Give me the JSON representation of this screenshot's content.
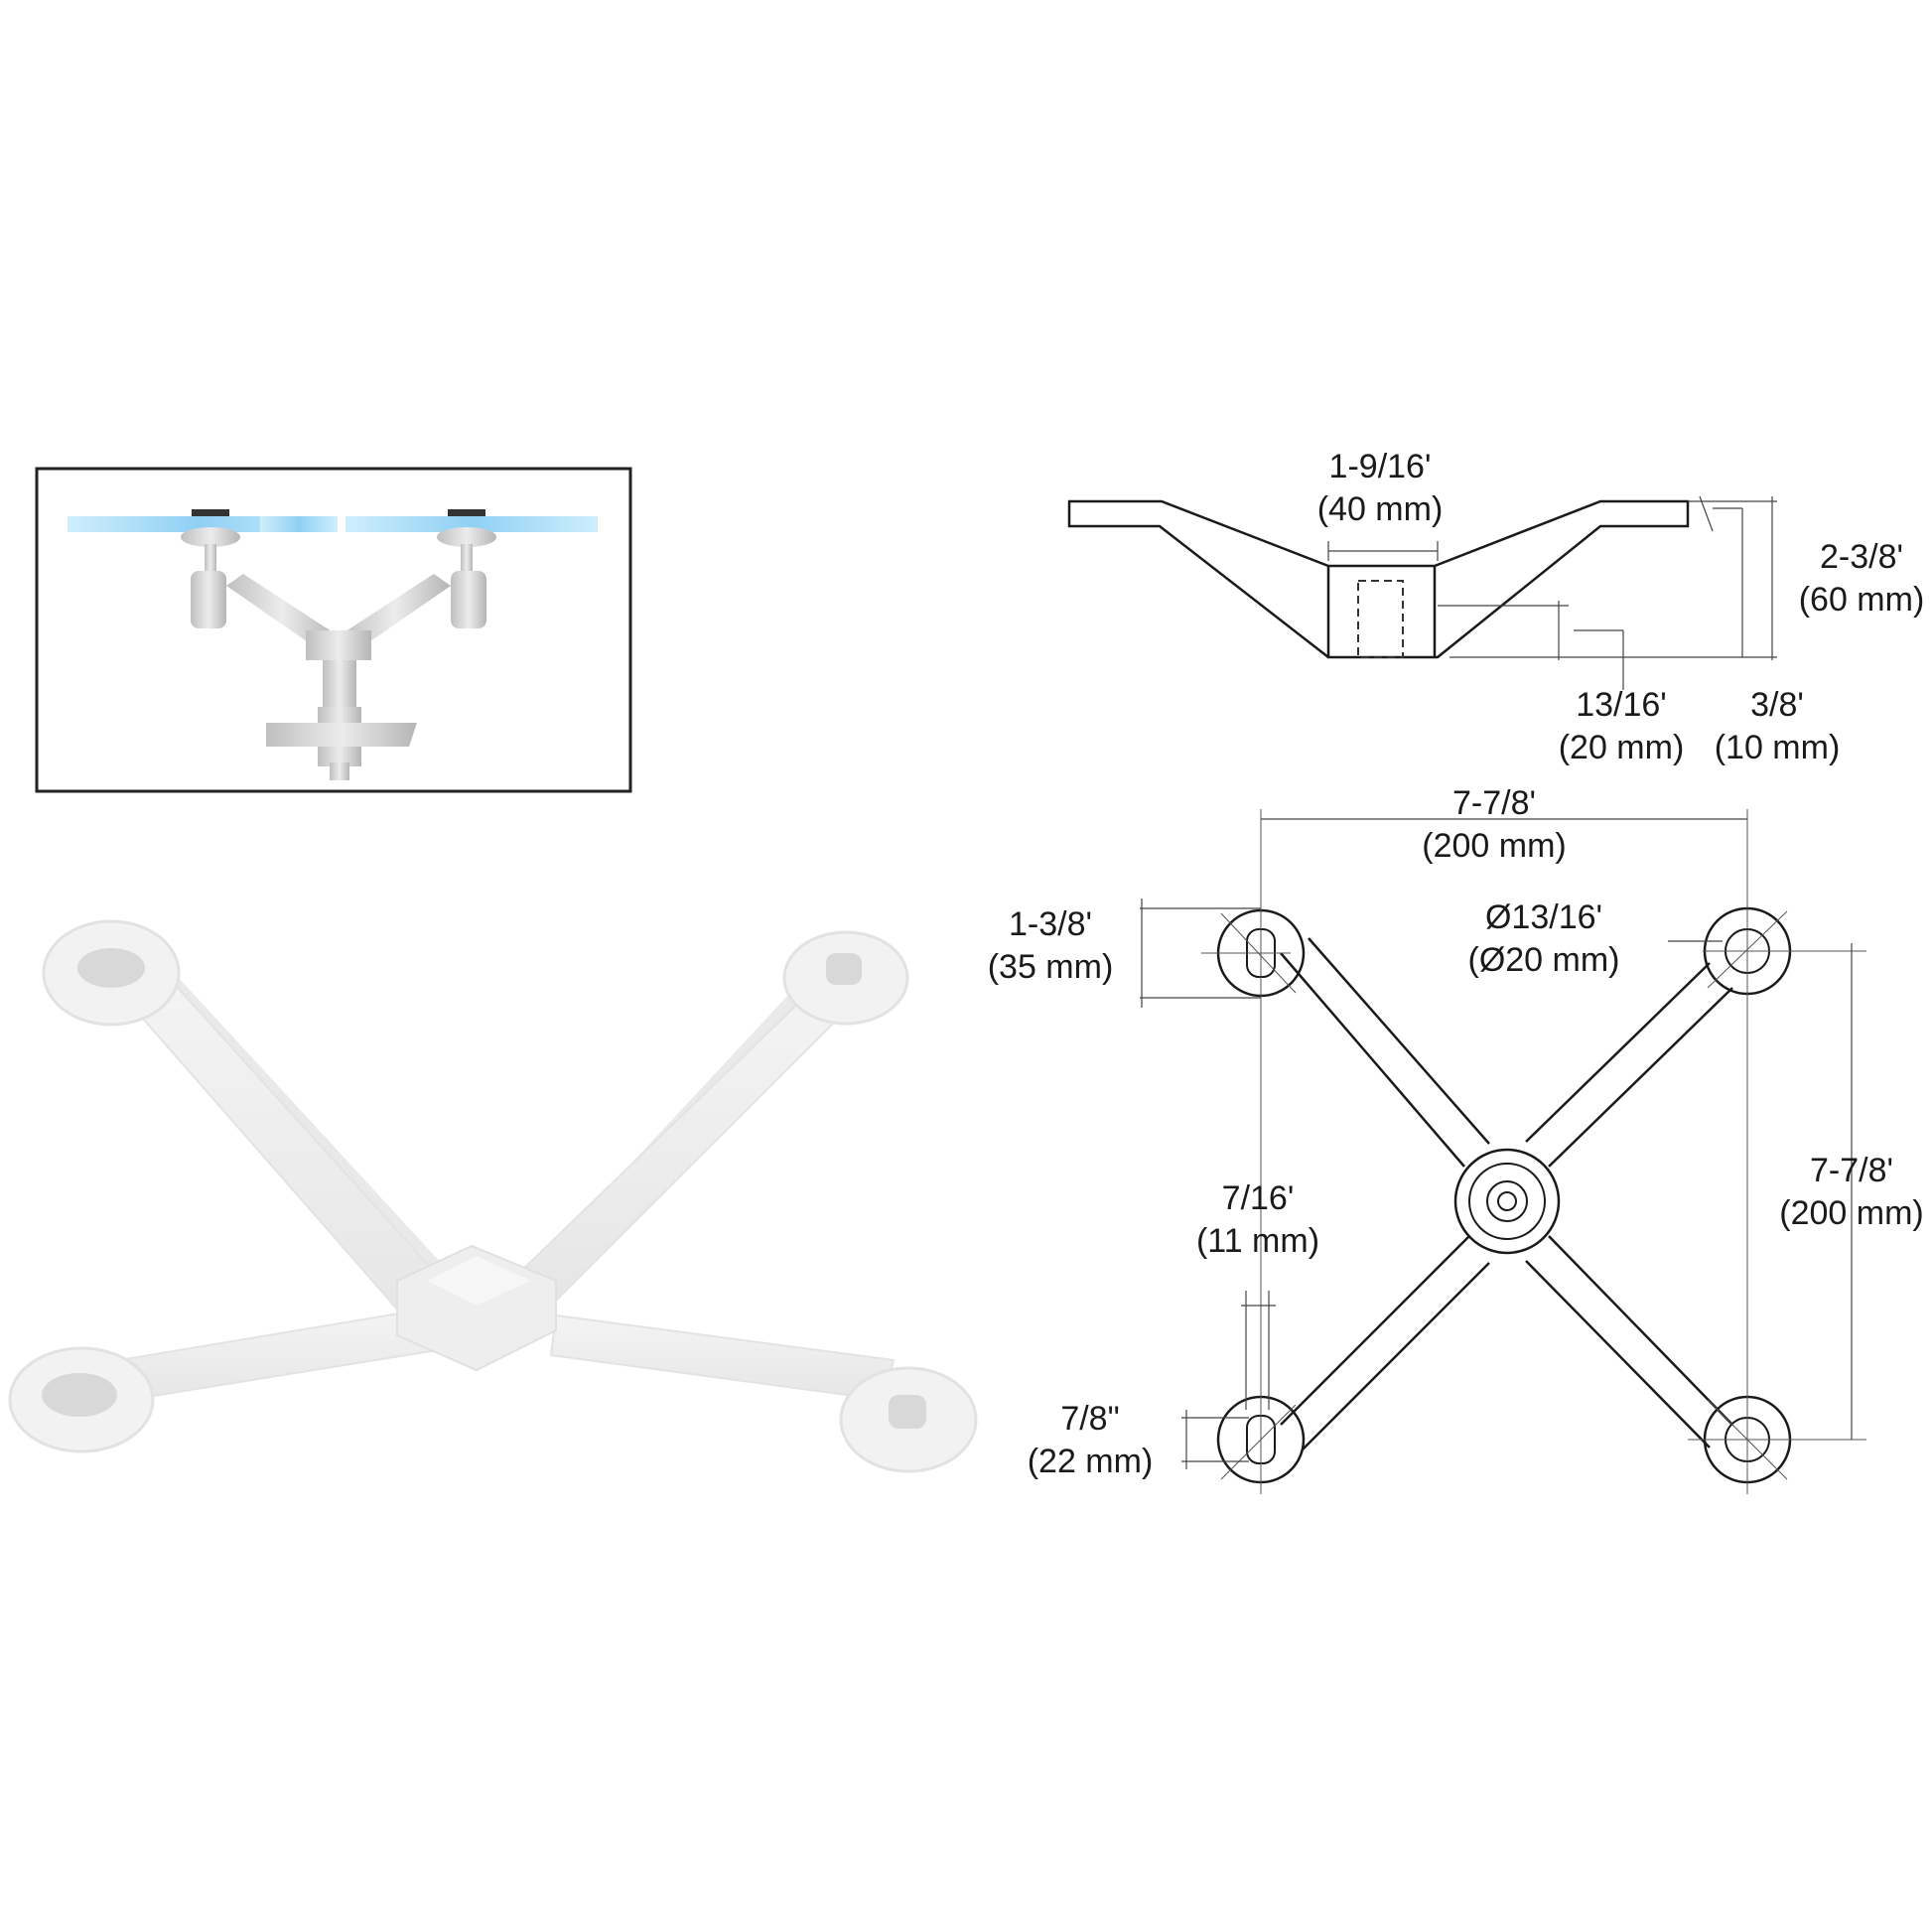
{
  "colors": {
    "glass": "#8fd0f4",
    "metal": "#d9d9d9",
    "line": "#1a1a1a",
    "frame": "#222222"
  },
  "diagram": {
    "side_view": {
      "center_width": "1-9/16'",
      "center_width_mm": "(40 mm)",
      "height": "2-3/8'",
      "height_mm": "(60 mm)",
      "depth": "13/16'",
      "depth_mm": "(20 mm)",
      "thickness": "3/8'",
      "thickness_mm": "(10 mm)"
    },
    "top_view": {
      "span_x": "7-7/8'",
      "span_x_mm": "(200 mm)",
      "pad_width": "1-3/8'",
      "pad_width_mm": "(35 mm)",
      "hole_dia": "Ø13/16'",
      "hole_dia_mm": "(Ø20 mm)",
      "span_y": "7-7/8'",
      "span_y_mm": "(200 mm)",
      "arm_width": "7/16'",
      "arm_width_mm": "(11 mm)",
      "slot_width": "7/8\"",
      "slot_width_mm": "(22 mm)"
    }
  }
}
